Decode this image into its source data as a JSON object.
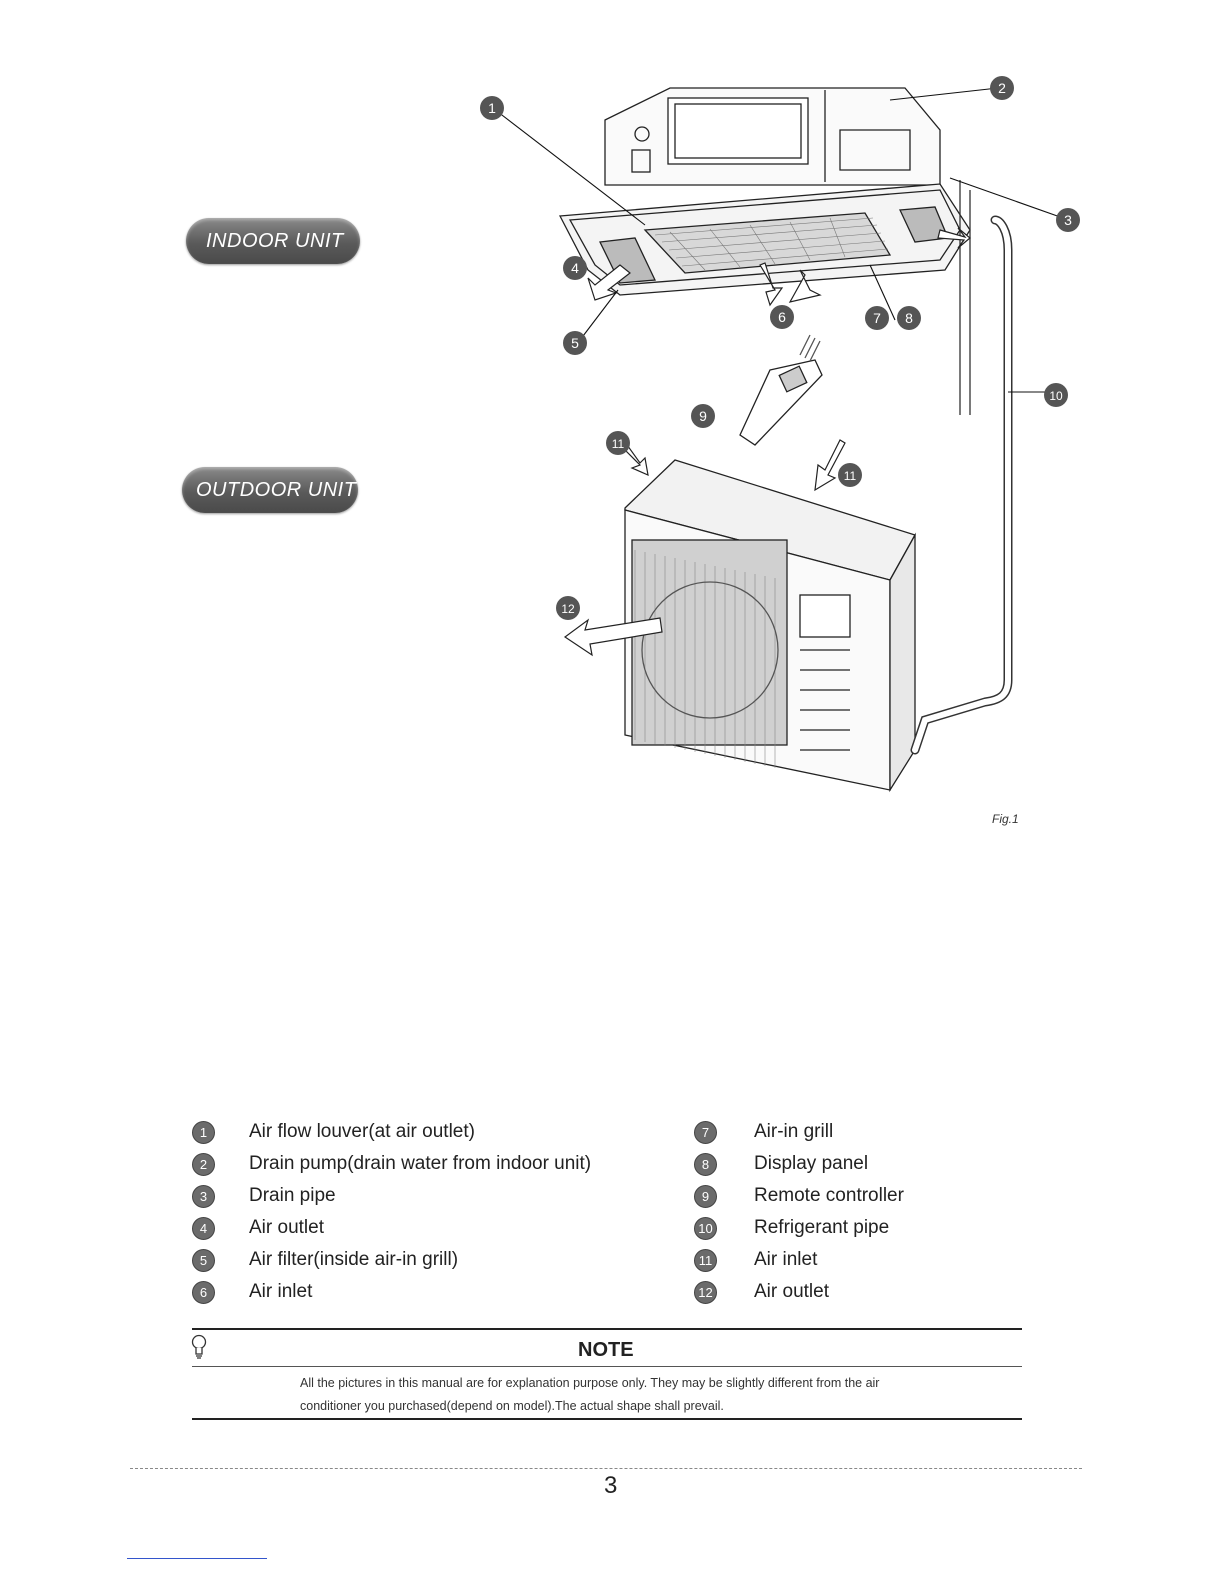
{
  "labels": {
    "indoor_unit": "INDOOR UNIT",
    "outdoor_unit": "OUTDOOR UNIT"
  },
  "figure": {
    "caption": "Fig.1",
    "callouts": [
      "1",
      "2",
      "3",
      "4",
      "5",
      "6",
      "7",
      "8",
      "9",
      "10",
      "11",
      "11",
      "12"
    ]
  },
  "legend": {
    "left": [
      {
        "num": "1",
        "text": "Air flow louver(at air outlet)"
      },
      {
        "num": "2",
        "text": "Drain pump(drain water from indoor unit)"
      },
      {
        "num": "3",
        "text": "Drain pipe"
      },
      {
        "num": "4",
        "text": "Air outlet"
      },
      {
        "num": "5",
        "text": "Air filter(inside air-in grill)"
      },
      {
        "num": "6",
        "text": "Air inlet"
      }
    ],
    "right": [
      {
        "num": "7",
        "text": "Air-in grill"
      },
      {
        "num": "8",
        "text": "Display panel"
      },
      {
        "num": "9",
        "text": "Remote controller"
      },
      {
        "num": "10",
        "text": "Refrigerant pipe"
      },
      {
        "num": "11",
        "text": "Air inlet"
      },
      {
        "num": "12",
        "text": "Air outlet"
      }
    ]
  },
  "note": {
    "title": "NOTE",
    "lines": [
      "All the pictures in this manual are for explanation purpose only. They may be slightly different from the air",
      "conditioner you purchased(depend on model).The actual shape shall prevail."
    ]
  },
  "page_number": "3",
  "colors": {
    "pill": "#5a5a5a",
    "callout": "#6b6b6b"
  }
}
